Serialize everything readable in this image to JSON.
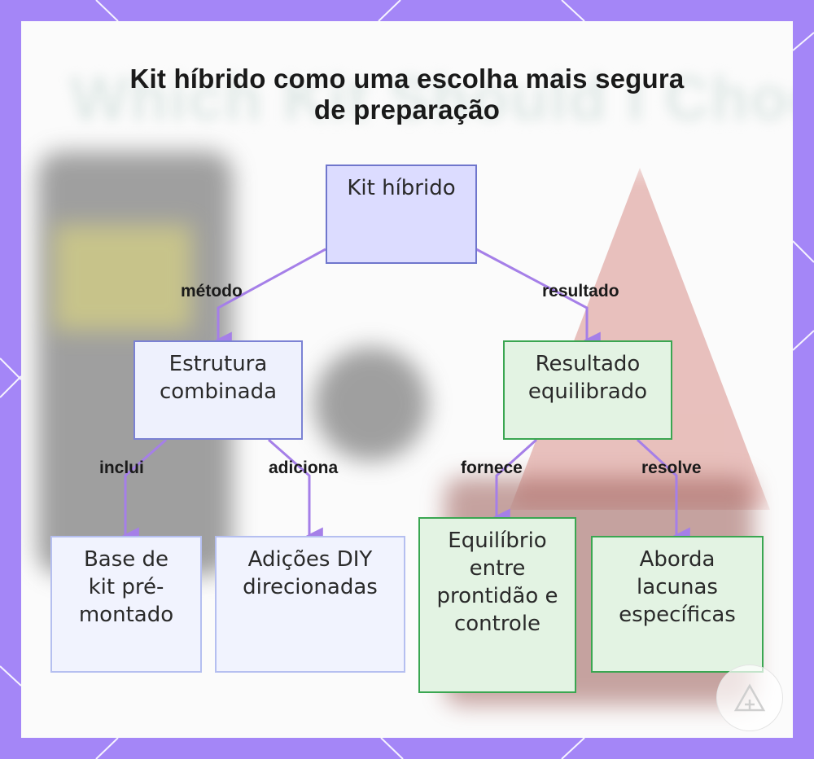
{
  "diagram": {
    "title": "Kit híbrido como uma escolha mais segura de preparação",
    "background_text": "Which Kit Should I Choose?",
    "colors": {
      "frame": "#a486f7",
      "edge": "#a57fe8",
      "root_fill": "#dcdcff",
      "blue_fill": "#eef1fd",
      "green_fill": "#e3f3e3",
      "green_border": "#3aa651"
    },
    "nodes": {
      "root": "Kit híbrido",
      "structure": "Estrutura combinada",
      "outcome": "Resultado equilibrado",
      "base": "Base de kit pré-montado",
      "diy": "Adições DIY direcionadas",
      "balance": "Equilíbrio entre prontidão e controle",
      "gaps": "Aborda lacunas específicas"
    },
    "edges": {
      "method": "método",
      "result": "resultado",
      "includes": "inclui",
      "adds": "adiciona",
      "provides": "fornece",
      "solves": "resolve"
    },
    "logo_icon": "triangle-logo-icon"
  }
}
